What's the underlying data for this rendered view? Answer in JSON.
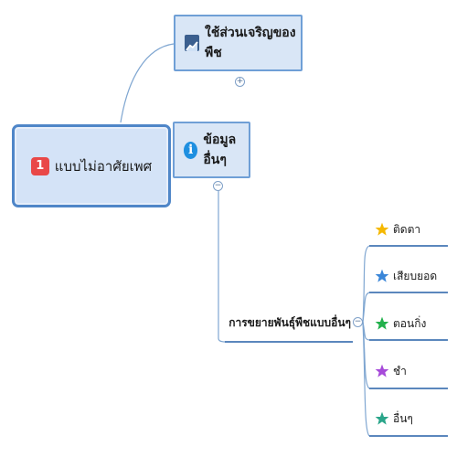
{
  "root": {
    "number": "1",
    "label": "แบบไม่อาศัยเพศ"
  },
  "topics": [
    {
      "label": "ใช้ส่วนเจริญของพืช",
      "icon": "growth-chart-icon"
    },
    {
      "label": "ข้อมูลอื่นๆ",
      "icon": "info-icon"
    }
  ],
  "mid": {
    "label": "การขยายพันธุ์พืชแบบอื่นๆ"
  },
  "leaves": [
    {
      "label": "ติดตา",
      "icon": "star-icon",
      "color": "#f5b800"
    },
    {
      "label": "เสียบยอด",
      "icon": "star-icon",
      "color": "#3a86d8"
    },
    {
      "label": "ตอนกิ่ง",
      "icon": "star-icon",
      "color": "#22b14c"
    },
    {
      "label": "ชำ",
      "icon": "star-icon",
      "color": "#a64ad9"
    },
    {
      "label": "อื่นๆ",
      "icon": "star-icon",
      "color": "#2aa58a"
    }
  ],
  "toggles": {
    "collapsed": "+",
    "expanded": "−"
  }
}
